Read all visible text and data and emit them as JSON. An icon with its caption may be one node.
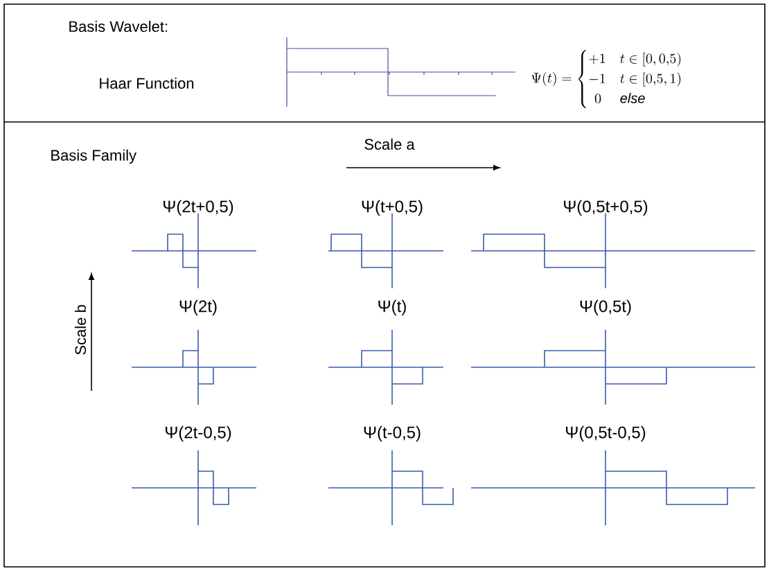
{
  "diagram": {
    "labels": [
      "Basis Wavelet:",
      "Haar Function",
      "\\Psi(t) = \\begin{cases}+1 & t\\in[0,0{,}5)\\\\ -1 & t\\in[0{,}5,1)\\\\ \\ \\,0 & \\mathit{else}\\end{cases}",
      "Basis Family",
      "Scale a",
      "Scale b",
      "Ψ(2t+0,5)",
      "Ψ(t+0,5)",
      "Ψ(0,5t+0,5)",
      "Ψ(2t)",
      "Ψ(t)",
      "Ψ(0,5t)",
      "Ψ(2t-0,5)",
      "Ψ(t-0,5)",
      "Ψ(0,5t-0,5)"
    ]
  }
}
